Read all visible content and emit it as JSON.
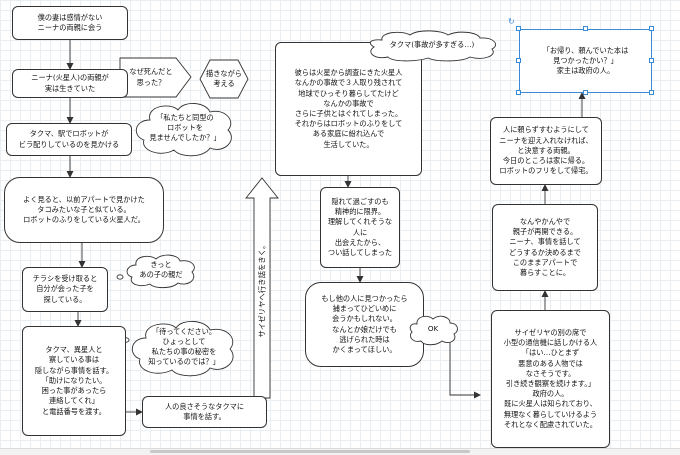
{
  "nodes": {
    "n1": "僕の妻は感情がない\nニーナの両親に会う",
    "n2": "ニーナ(火星人)の両親が\n実は生きていた",
    "n3": "タクマ、駅でロボットが\nビラ配りしているのを見かける",
    "n4": "よく見ると、以前アパートで見かけた\nタコみたいな子と似ている。\nロボットのふりをしている火星人だ。",
    "n5": "チラシを受け取ると\n自分が会った子を\n探している。",
    "n6": "タクマ、異星人と\n察している事は\n隠しながら事情を話す。\n「助けになりたい。\n困った事があったら\n連絡してくれ」\nと電話番号を渡す。",
    "n7": "人の良さそうなタクマに\n事情を話す。",
    "n8": "彼らは火星から調査にきた火星人\nなんかの事故で３人取り残されて\n地球でひっそり暮らしてたけど\nなんかの事故で\nさらに子供とはぐれてしまった。\nそれからはロボットのふりをして\nある家庭に紛れ込んで\n生活していた。",
    "n9": "隠れて過ごすのも\n精神的に限界。\n理解してくれそうな人に\n出会えたから、\nつい話してしまった",
    "n10": "もし他の人に見つかったら\n捕まってひどいめに\n会うかもしれない。\nなんとか娘だけでも\n逃げられた時は\nかくまってほしい。",
    "n11": "サイゼリヤの別の席で\n小型の通信機に話しかける人\n「はい…ひとまず\n悪意のある人物では\nなさそうです。\n引き続き観察を続けます。」\n政府の人。\n既に火星人は知られており、\n無理なく暮らしていけるよう\nそれとなく配慮されていた。",
    "n12": "なんやかんやで\n親子が再開できる。\nニーナ、事情を話して\nどうするか決めるまで\nこのままアパートで\n暮らすことに。",
    "n13": "人に頼らずすむようにして\nニーナを迎え入れなければ、\nと決意する両親。\n今日のところは家に帰る。\nロボットのフリをして帰宅。",
    "n14": "「お帰り、頼んでいた本は\n見つかったかい？」\n家主は政府の人。"
  },
  "clouds": {
    "c1": "「私たちと同型の\nロボットを\n見ませんでしたか？」",
    "c2": "きっと\nあの子の親だ",
    "c3": "「待ってください。\nひょっとして\n私たちの事の秘密を\n知っているのでは？」",
    "c4": "タクマ(事故が多すぎる…)",
    "c5": "OK"
  },
  "shapes": {
    "arrow_q": "なぜ死んだと\n思った？",
    "hexagon": "描きながら\n考える"
  },
  "edge_label": "サイゼリヤへ行き話をきく。"
}
